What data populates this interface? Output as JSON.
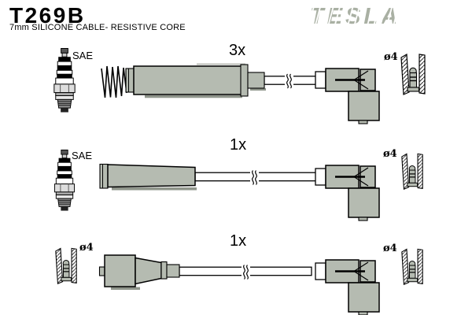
{
  "header": {
    "part_number": "T269B",
    "subtitle": "7mm SILICONE CABLE- RESISTIVE CORE",
    "brand": "TESLA"
  },
  "colors": {
    "part_fill": "#b5bbb1",
    "part_shadow": "#8f958b",
    "brand": "#a9b0a3"
  },
  "icons": {
    "spark_plug": "spark-plug-icon",
    "spring": "spring-contact-icon",
    "terminal": "terminal-cross-section-icon",
    "angled_connector": "angled-connector-boot-icon"
  },
  "rows": [
    {
      "qty": "3x",
      "left_label": "SAE",
      "right_label": "ø4"
    },
    {
      "qty": "1x",
      "left_label": "SAE",
      "right_label": "ø4"
    },
    {
      "qty": "1x",
      "left_label": "ø4",
      "right_label": "ø4"
    }
  ]
}
